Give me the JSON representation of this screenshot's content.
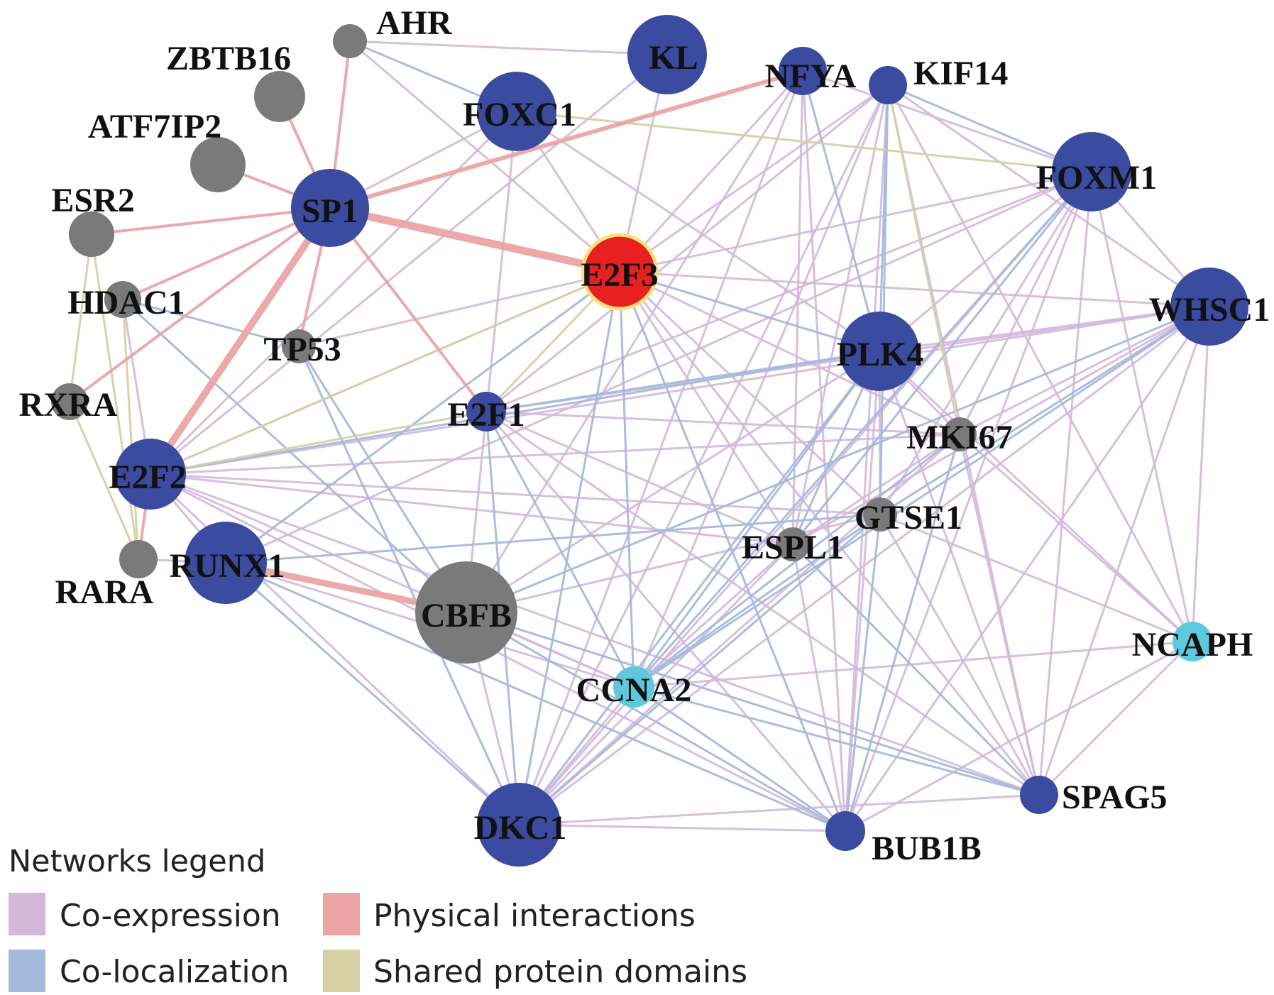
{
  "colors": {
    "co_expression": "#d3b8da",
    "co_localization": "#a5b9dd",
    "physical": "#eba4a4",
    "shared_domains": "#d5d1a3",
    "node_query": "#3a4ba0",
    "node_related": "#7a7a7a",
    "node_light": "#5ec8de",
    "node_focus": "#e8201f",
    "node_focus_ring": "#f5e27a"
  },
  "legend": {
    "title": "Networks legend",
    "items": [
      {
        "label": "Co-expression",
        "type": "co_expression"
      },
      {
        "label": "Physical interactions",
        "type": "physical"
      },
      {
        "label": "Co-localization",
        "type": "co_localization"
      },
      {
        "label": "Shared protein domains",
        "type": "shared_domains"
      }
    ]
  },
  "nodes": [
    {
      "id": "AHR",
      "color": "node_related"
    },
    {
      "id": "ZBTB16",
      "color": "node_related"
    },
    {
      "id": "ATF7IP2",
      "color": "node_related"
    },
    {
      "id": "ESR2",
      "color": "node_related"
    },
    {
      "id": "HDAC1",
      "color": "node_related"
    },
    {
      "id": "RXRA",
      "color": "node_related"
    },
    {
      "id": "RARA",
      "color": "node_related"
    },
    {
      "id": "TP53",
      "color": "node_related"
    },
    {
      "id": "CBFB",
      "color": "node_related"
    },
    {
      "id": "MKI67",
      "color": "node_related"
    },
    {
      "id": "GTSE1",
      "color": "node_related"
    },
    {
      "id": "ESPL1",
      "color": "node_related"
    },
    {
      "id": "SP1",
      "color": "node_query"
    },
    {
      "id": "E2F2",
      "color": "node_query"
    },
    {
      "id": "RUNX1",
      "color": "node_query"
    },
    {
      "id": "E2F1",
      "color": "node_query"
    },
    {
      "id": "FOXC1",
      "color": "node_query"
    },
    {
      "id": "KL",
      "color": "node_query"
    },
    {
      "id": "NFYA",
      "color": "node_query"
    },
    {
      "id": "KIF14",
      "color": "node_query"
    },
    {
      "id": "FOXM1",
      "color": "node_query"
    },
    {
      "id": "WHSC1",
      "color": "node_query"
    },
    {
      "id": "PLK4",
      "color": "node_query"
    },
    {
      "id": "DKC1",
      "color": "node_query"
    },
    {
      "id": "BUB1B",
      "color": "node_query"
    },
    {
      "id": "SPAG5",
      "color": "node_query"
    },
    {
      "id": "E2F3",
      "color": "node_focus"
    },
    {
      "id": "CCNA2",
      "color": "node_light"
    },
    {
      "id": "NCAPH",
      "color": "node_light"
    }
  ],
  "edges": [
    [
      "SP1",
      "AHR",
      "physical"
    ],
    [
      "SP1",
      "ZBTB16",
      "physical"
    ],
    [
      "SP1",
      "ATF7IP2",
      "physical"
    ],
    [
      "SP1",
      "ESR2",
      "physical"
    ],
    [
      "SP1",
      "HDAC1",
      "physical"
    ],
    [
      "SP1",
      "RXRA",
      "physical"
    ],
    [
      "SP1",
      "TP53",
      "physical"
    ],
    [
      "SP1",
      "E2F2",
      "physical"
    ],
    [
      "SP1",
      "E2F3",
      "physical"
    ],
    [
      "SP1",
      "E2F1",
      "physical"
    ],
    [
      "SP1",
      "NFYA",
      "physical"
    ],
    [
      "E2F2",
      "RARA",
      "physical"
    ],
    [
      "RUNX1",
      "CBFB",
      "physical"
    ],
    [
      "ESR2",
      "RXRA",
      "shared_domains"
    ],
    [
      "ESR2",
      "RARA",
      "shared_domains"
    ],
    [
      "HDAC1",
      "RARA",
      "shared_domains"
    ],
    [
      "RXRA",
      "RARA",
      "shared_domains"
    ],
    [
      "E2F2",
      "E2F3",
      "shared_domains"
    ],
    [
      "E2F2",
      "E2F1",
      "shared_domains"
    ],
    [
      "E2F1",
      "E2F3",
      "shared_domains"
    ],
    [
      "FOXC1",
      "FOXM1",
      "shared_domains"
    ],
    [
      "KIF14",
      "MKI67",
      "shared_domains"
    ],
    [
      "AHR",
      "FOXC1",
      "co_localization"
    ],
    [
      "HDAC1",
      "TP53",
      "co_localization"
    ],
    [
      "HDAC1",
      "CBFB",
      "co_localization"
    ],
    [
      "TP53",
      "CBFB",
      "co_localization"
    ],
    [
      "TP53",
      "DKC1",
      "co_localization"
    ],
    [
      "E2F3",
      "PLK4",
      "co_localization"
    ],
    [
      "E2F3",
      "CCNA2",
      "co_localization"
    ],
    [
      "E2F3",
      "DKC1",
      "co_localization"
    ],
    [
      "E2F3",
      "BUB1B",
      "co_localization"
    ],
    [
      "E2F3",
      "RUNX1",
      "co_localization"
    ],
    [
      "E2F1",
      "PLK4",
      "co_localization"
    ],
    [
      "E2F1",
      "DKC1",
      "co_localization"
    ],
    [
      "E2F1",
      "CCNA2",
      "co_localization"
    ],
    [
      "NFYA",
      "PLK4",
      "co_localization"
    ],
    [
      "KIF14",
      "PLK4",
      "co_localization"
    ],
    [
      "KIF14",
      "GTSE1",
      "co_localization"
    ],
    [
      "KIF14",
      "FOXM1",
      "co_localization"
    ],
    [
      "PLK4",
      "CCNA2",
      "co_localization"
    ],
    [
      "PLK4",
      "DKC1",
      "co_localization"
    ],
    [
      "PLK4",
      "ESPL1",
      "co_localization"
    ],
    [
      "PLK4",
      "E2F2",
      "co_localization"
    ],
    [
      "MKI67",
      "CCNA2",
      "co_localization"
    ],
    [
      "MKI67",
      "BUB1B",
      "co_localization"
    ],
    [
      "GTSE1",
      "CCNA2",
      "co_localization"
    ],
    [
      "GTSE1",
      "DKC1",
      "co_localization"
    ],
    [
      "GTSE1",
      "BUB1B",
      "co_localization"
    ],
    [
      "WHSC1",
      "CCNA2",
      "co_localization"
    ],
    [
      "WHSC1",
      "CBFB",
      "co_localization"
    ],
    [
      "WHSC1",
      "GTSE1",
      "co_localization"
    ],
    [
      "FOXM1",
      "CCNA2",
      "co_localization"
    ],
    [
      "FOXM1",
      "ESPL1",
      "co_localization"
    ],
    [
      "RUNX1",
      "DKC1",
      "co_localization"
    ],
    [
      "RUNX1",
      "BUB1B",
      "co_localization"
    ],
    [
      "RUNX1",
      "GTSE1",
      "co_localization"
    ],
    [
      "CBFB",
      "SPAG5",
      "co_localization"
    ],
    [
      "CBFB",
      "BUB1B",
      "co_localization"
    ],
    [
      "CCNA2",
      "SPAG5",
      "co_localization"
    ],
    [
      "CCNA2",
      "BUB1B",
      "co_localization"
    ],
    [
      "ESPL1",
      "SPAG5",
      "co_localization"
    ],
    [
      "AHR",
      "KL",
      "co_expression"
    ],
    [
      "AHR",
      "E2F3",
      "co_expression"
    ],
    [
      "FOXC1",
      "E2F3",
      "co_expression"
    ],
    [
      "FOXC1",
      "CBFB",
      "co_expression"
    ],
    [
      "FOXC1",
      "E2F2",
      "co_expression"
    ],
    [
      "KL",
      "E2F2",
      "co_expression"
    ],
    [
      "NFYA",
      "E2F3",
      "co_expression"
    ],
    [
      "NFYA",
      "CBFB",
      "co_expression"
    ],
    [
      "NFYA",
      "BUB1B",
      "co_expression"
    ],
    [
      "NFYA",
      "ESPL1",
      "co_expression"
    ],
    [
      "NFYA",
      "FOXM1",
      "co_expression"
    ],
    [
      "KIF14",
      "E2F3",
      "co_expression"
    ],
    [
      "KIF14",
      "E2F1",
      "co_expression"
    ],
    [
      "KIF14",
      "CCNA2",
      "co_expression"
    ],
    [
      "KIF14",
      "DKC1",
      "co_expression"
    ],
    [
      "KIF14",
      "WHSC1",
      "co_expression"
    ],
    [
      "KIF14",
      "SPAG5",
      "co_expression"
    ],
    [
      "KIF14",
      "NCAPH",
      "co_expression"
    ],
    [
      "KIF14",
      "BUB1B",
      "co_expression"
    ],
    [
      "KIF14",
      "ESPL1",
      "co_expression"
    ],
    [
      "FOXM1",
      "E2F3",
      "co_expression"
    ],
    [
      "FOXM1",
      "PLK4",
      "co_expression"
    ],
    [
      "FOXM1",
      "MKI67",
      "co_expression"
    ],
    [
      "FOXM1",
      "GTSE1",
      "co_expression"
    ],
    [
      "FOXM1",
      "NCAPH",
      "co_expression"
    ],
    [
      "FOXM1",
      "SPAG5",
      "co_expression"
    ],
    [
      "FOXM1",
      "BUB1B",
      "co_expression"
    ],
    [
      "FOXM1",
      "DKC1",
      "co_expression"
    ],
    [
      "FOXM1",
      "WHSC1",
      "co_expression"
    ],
    [
      "FOXM1",
      "E2F1",
      "co_expression"
    ],
    [
      "FOXM1",
      "RUNX1",
      "co_expression"
    ],
    [
      "WHSC1",
      "E2F3",
      "co_expression"
    ],
    [
      "WHSC1",
      "PLK4",
      "co_expression"
    ],
    [
      "WHSC1",
      "MKI67",
      "co_expression"
    ],
    [
      "WHSC1",
      "NCAPH",
      "co_expression"
    ],
    [
      "WHSC1",
      "SPAG5",
      "co_expression"
    ],
    [
      "WHSC1",
      "BUB1B",
      "co_expression"
    ],
    [
      "WHSC1",
      "DKC1",
      "co_expression"
    ],
    [
      "WHSC1",
      "E2F1",
      "co_expression"
    ],
    [
      "WHSC1",
      "E2F2",
      "co_expression"
    ],
    [
      "WHSC1",
      "ESPL1",
      "co_expression"
    ],
    [
      "PLK4",
      "MKI67",
      "co_expression"
    ],
    [
      "PLK4",
      "GTSE1",
      "co_expression"
    ],
    [
      "PLK4",
      "BUB1B",
      "co_expression"
    ],
    [
      "PLK4",
      "SPAG5",
      "co_expression"
    ],
    [
      "PLK4",
      "NCAPH",
      "co_expression"
    ],
    [
      "PLK4",
      "CBFB",
      "co_expression"
    ],
    [
      "MKI67",
      "ESPL1",
      "co_expression"
    ],
    [
      "MKI67",
      "DKC1",
      "co_expression"
    ],
    [
      "MKI67",
      "SPAG5",
      "co_expression"
    ],
    [
      "MKI67",
      "NCAPH",
      "co_expression"
    ],
    [
      "MKI67",
      "E2F2",
      "co_expression"
    ],
    [
      "MKI67",
      "E2F1",
      "co_expression"
    ],
    [
      "MKI67",
      "E2F3",
      "co_expression"
    ],
    [
      "GTSE1",
      "E2F2",
      "co_expression"
    ],
    [
      "GTSE1",
      "SPAG5",
      "co_expression"
    ],
    [
      "GTSE1",
      "NCAPH",
      "co_expression"
    ],
    [
      "GTSE1",
      "CBFB",
      "co_expression"
    ],
    [
      "GTSE1",
      "E2F3",
      "co_expression"
    ],
    [
      "ESPL1",
      "E2F2",
      "co_expression"
    ],
    [
      "ESPL1",
      "CCNA2",
      "co_expression"
    ],
    [
      "ESPL1",
      "DKC1",
      "co_expression"
    ],
    [
      "ESPL1",
      "BUB1B",
      "co_expression"
    ],
    [
      "ESPL1",
      "E2F3",
      "co_expression"
    ],
    [
      "E2F3",
      "SPAG5",
      "co_expression"
    ],
    [
      "E2F3",
      "E2F2",
      "co_expression"
    ],
    [
      "E2F2",
      "CCNA2",
      "co_expression"
    ],
    [
      "E2F2",
      "DKC1",
      "co_expression"
    ],
    [
      "E2F2",
      "BUB1B",
      "co_expression"
    ],
    [
      "E2F2",
      "HDAC1",
      "co_expression"
    ],
    [
      "E2F2",
      "SPAG5",
      "co_expression"
    ],
    [
      "E2F1",
      "BUB1B",
      "co_expression"
    ],
    [
      "E2F1",
      "SPAG5",
      "co_expression"
    ],
    [
      "E2F1",
      "ESPL1",
      "co_expression"
    ],
    [
      "DKC1",
      "BUB1B",
      "co_expression"
    ],
    [
      "DKC1",
      "SPAG5",
      "co_expression"
    ],
    [
      "DKC1",
      "CCNA2",
      "co_expression"
    ],
    [
      "CCNA2",
      "NCAPH",
      "co_expression"
    ],
    [
      "BUB1B",
      "NCAPH",
      "co_expression"
    ],
    [
      "SPAG5",
      "NCAPH",
      "co_expression"
    ],
    [
      "CBFB",
      "DKC1",
      "co_expression"
    ],
    [
      "CBFB",
      "CCNA2",
      "co_expression"
    ],
    [
      "RUNX1",
      "E2F2",
      "co_expression"
    ],
    [
      "RUNX1",
      "CCNA2",
      "co_expression"
    ],
    [
      "TP53",
      "E2F3",
      "co_expression"
    ],
    [
      "RARA",
      "RUNX1",
      "co_expression"
    ],
    [
      "SP1",
      "FOXC1",
      "co_expression"
    ],
    [
      "FOXC1",
      "PLK4",
      "co_expression"
    ],
    [
      "KL",
      "E2F3",
      "co_expression"
    ],
    [
      "NFYA",
      "DKC1",
      "co_expression"
    ]
  ]
}
